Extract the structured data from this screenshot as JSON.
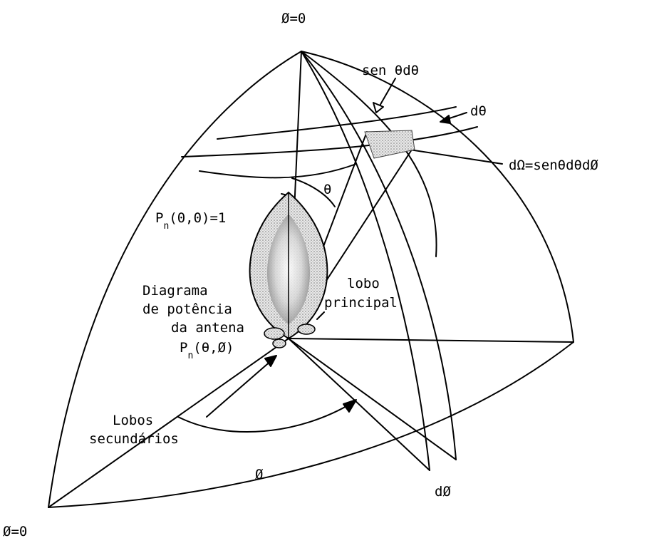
{
  "diagram": {
    "labels": {
      "phi_top": "Ø=0",
      "phi_bottom": "Ø=0",
      "sen_theta_dtheta": "sen θdθ",
      "dtheta": "dθ",
      "d_omega": "dΩ=senθdθdØ",
      "theta": "θ",
      "pn_max_prefix": "P",
      "pn_max_sub": "n",
      "pn_max_suffix": "(0,0)=1",
      "diagram_line1": "Diagrama",
      "diagram_line2": "de potência",
      "diagram_line3": "da antena",
      "pn_func_prefix": "P",
      "pn_func_sub": "n",
      "pn_func_suffix": "(θ,Ø)",
      "main_lobe_line1": "lobo",
      "main_lobe_line2": "principal",
      "side_lobes_line1": "Lobos",
      "side_lobes_line2": "secundários",
      "phi": "Ø",
      "dphi": "dØ"
    }
  }
}
